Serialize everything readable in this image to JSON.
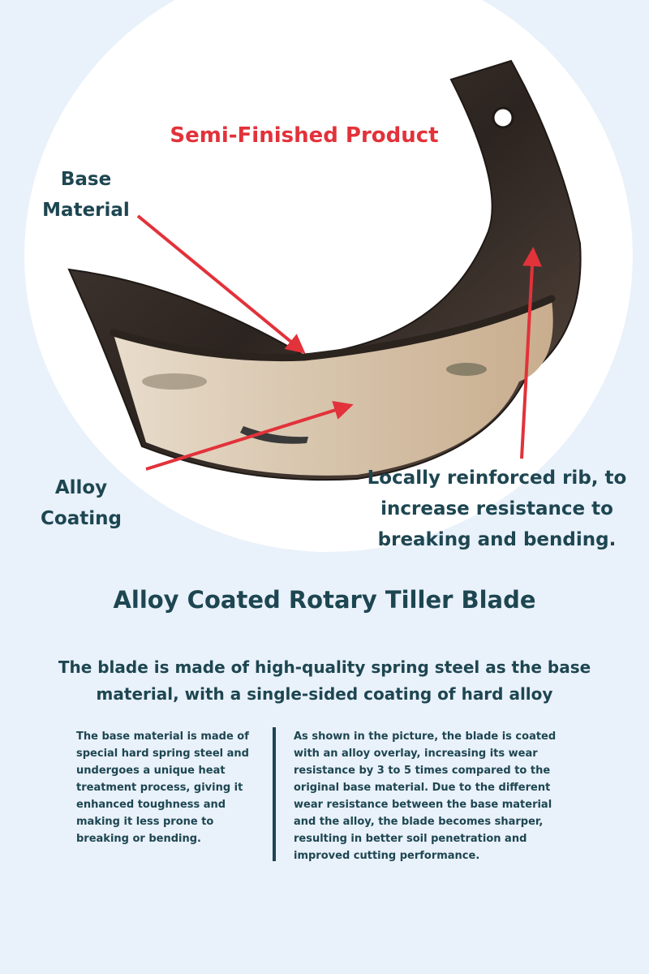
{
  "header": {
    "product_stage": "Semi-Finished Product"
  },
  "callouts": {
    "base_material": "Base Material",
    "alloy_coating": "Alloy Coating",
    "reinforced_rib": "Locally reinforced rib, to increase resistance to breaking and bending."
  },
  "main": {
    "title": "Alloy Coated Rotary Tiller Blade",
    "subtitle": "The blade is made of high-quality spring steel as the base material, with a single-sided coating of hard alloy",
    "left_text": "The base material is made of special hard spring steel and undergoes a unique heat treatment process, giving it enhanced toughness and making it less prone to breaking or bending.",
    "right_text": "As shown in the picture, the blade is coated with an alloy overlay, increasing its wear resistance by 3 to 5 times compared to the original base material. Due to the different wear resistance between the base material and the alloy, the blade becomes sharper, resulting in better soil penetration and improved cutting performance."
  },
  "colors": {
    "background": "#e9f1fa",
    "circle": "#ffffff",
    "text_dark": "#1d4651",
    "accent_red": "#e2323a",
    "blade_metal": "#3a302b",
    "alloy_coating": "#d9cdb9"
  }
}
